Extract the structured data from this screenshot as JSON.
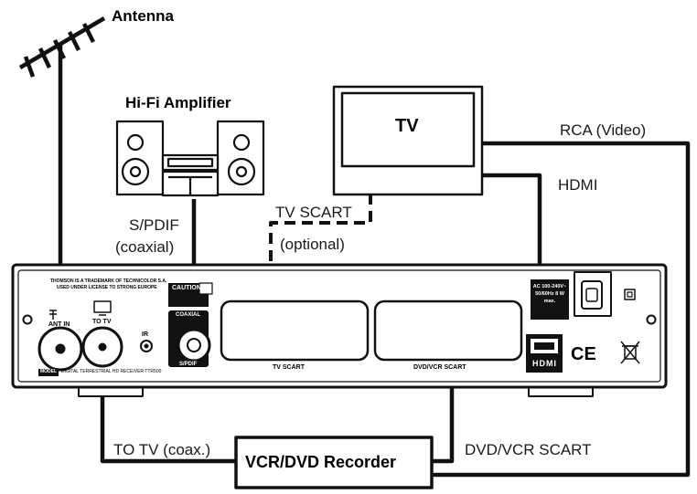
{
  "labels": {
    "antenna": "Antenna",
    "amplifier": "Hi-Fi Amplifier",
    "tv": "TV",
    "rca_video": "RCA (Video)",
    "hdmi": "HDMI",
    "spdif_line1": "S/PDIF",
    "spdif_line2": "(coaxial)",
    "tv_scart_line1": "TV SCART",
    "tv_scart_line2": "(optional)",
    "to_tv_coax": "TO TV (coax.)",
    "recorder": "VCR/DVD Recorder",
    "dvd_vcr_scart": "DVD/VCR SCART"
  },
  "panel": {
    "trademark_line1": "THOMSON IS A TRADEMARK OF TECHNICOLOR S.A.",
    "trademark_line2": "USED UNDER LICENSE TO STRONG EUROPE",
    "caution": "CAUTION",
    "antin": "ANT IN",
    "to_tv": "TO TV",
    "ir": "IR",
    "coaxial": "COAXIAL",
    "spdif": "S/PDIF",
    "tv_scart": "TV SCART",
    "dvd_vcr_scart": "DVD/VCR SCART",
    "model_badge": "MODEL",
    "model_text": "DIGITAL TERRESTRIAL HD RECEIVER TTR500",
    "power_rating": "AC 100-240V~ 50/60Hz 8 W max.",
    "hdmi_logo": "HDMI",
    "ce_mark": "CE"
  },
  "colors": {
    "line": "#111111",
    "panel_fill": "#ffffff",
    "label_text": "#1a1a1a"
  },
  "icons": [
    "antenna-icon",
    "speaker-icon",
    "tv-icon",
    "screw-icon",
    "power-switch-icon",
    "recycle-bin-icon"
  ]
}
